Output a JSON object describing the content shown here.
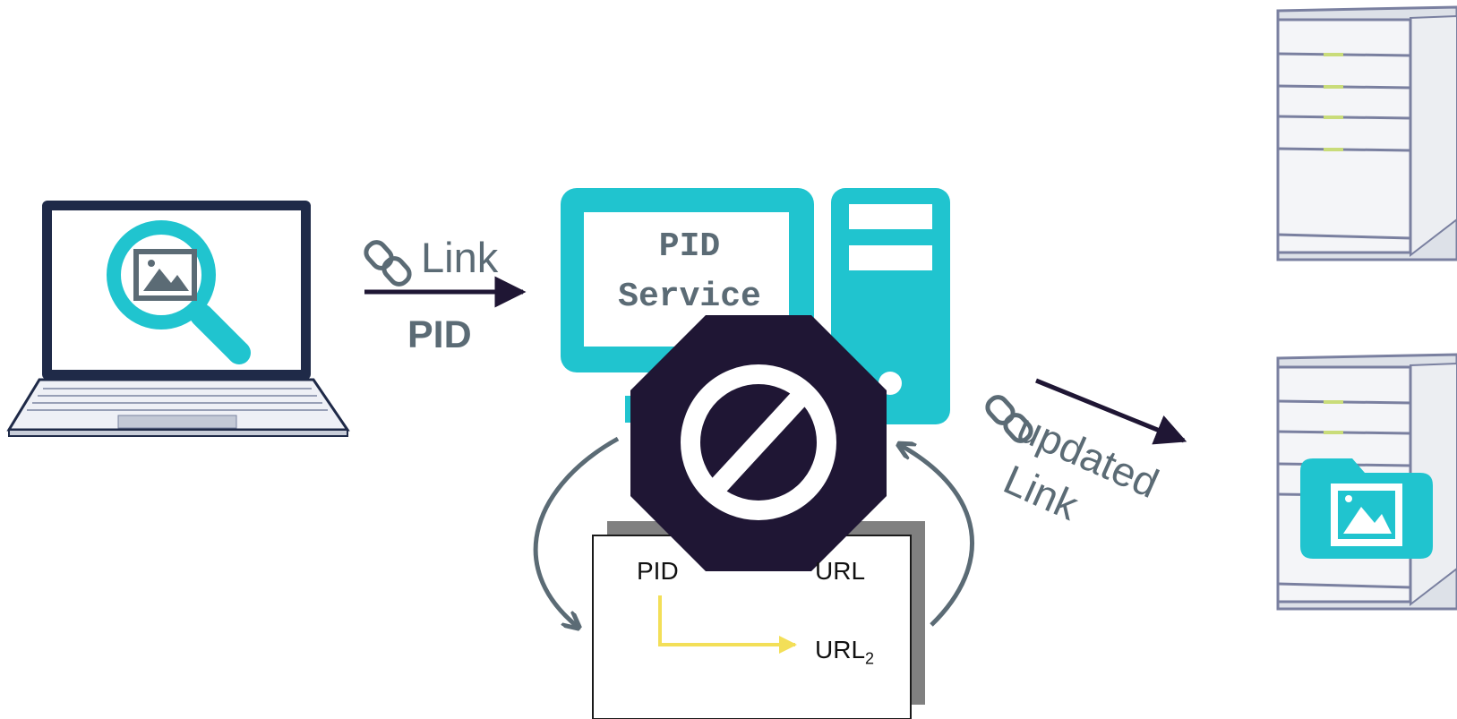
{
  "labels": {
    "link": "Link",
    "pid": "PID",
    "service_line1": "PID",
    "service_line2": "Service",
    "updated": "updated",
    "updated_link": "Link"
  },
  "table": {
    "col_pid": "PID",
    "col_url": "URL",
    "url2_base": "URL",
    "url2_sub": "2"
  },
  "icons": [
    "laptop-icon",
    "magnifier-icon",
    "image-icon",
    "chain-link-icon",
    "desktop-computer-icon",
    "stop-sign-icon",
    "no-entry-icon",
    "server-icon",
    "folder-image-icon"
  ],
  "colors": {
    "teal": "#20c4cf",
    "dark": "#1f1634",
    "slate": "#5b6b75",
    "yellow": "#f3df58",
    "grey_shadow": "#808080"
  }
}
